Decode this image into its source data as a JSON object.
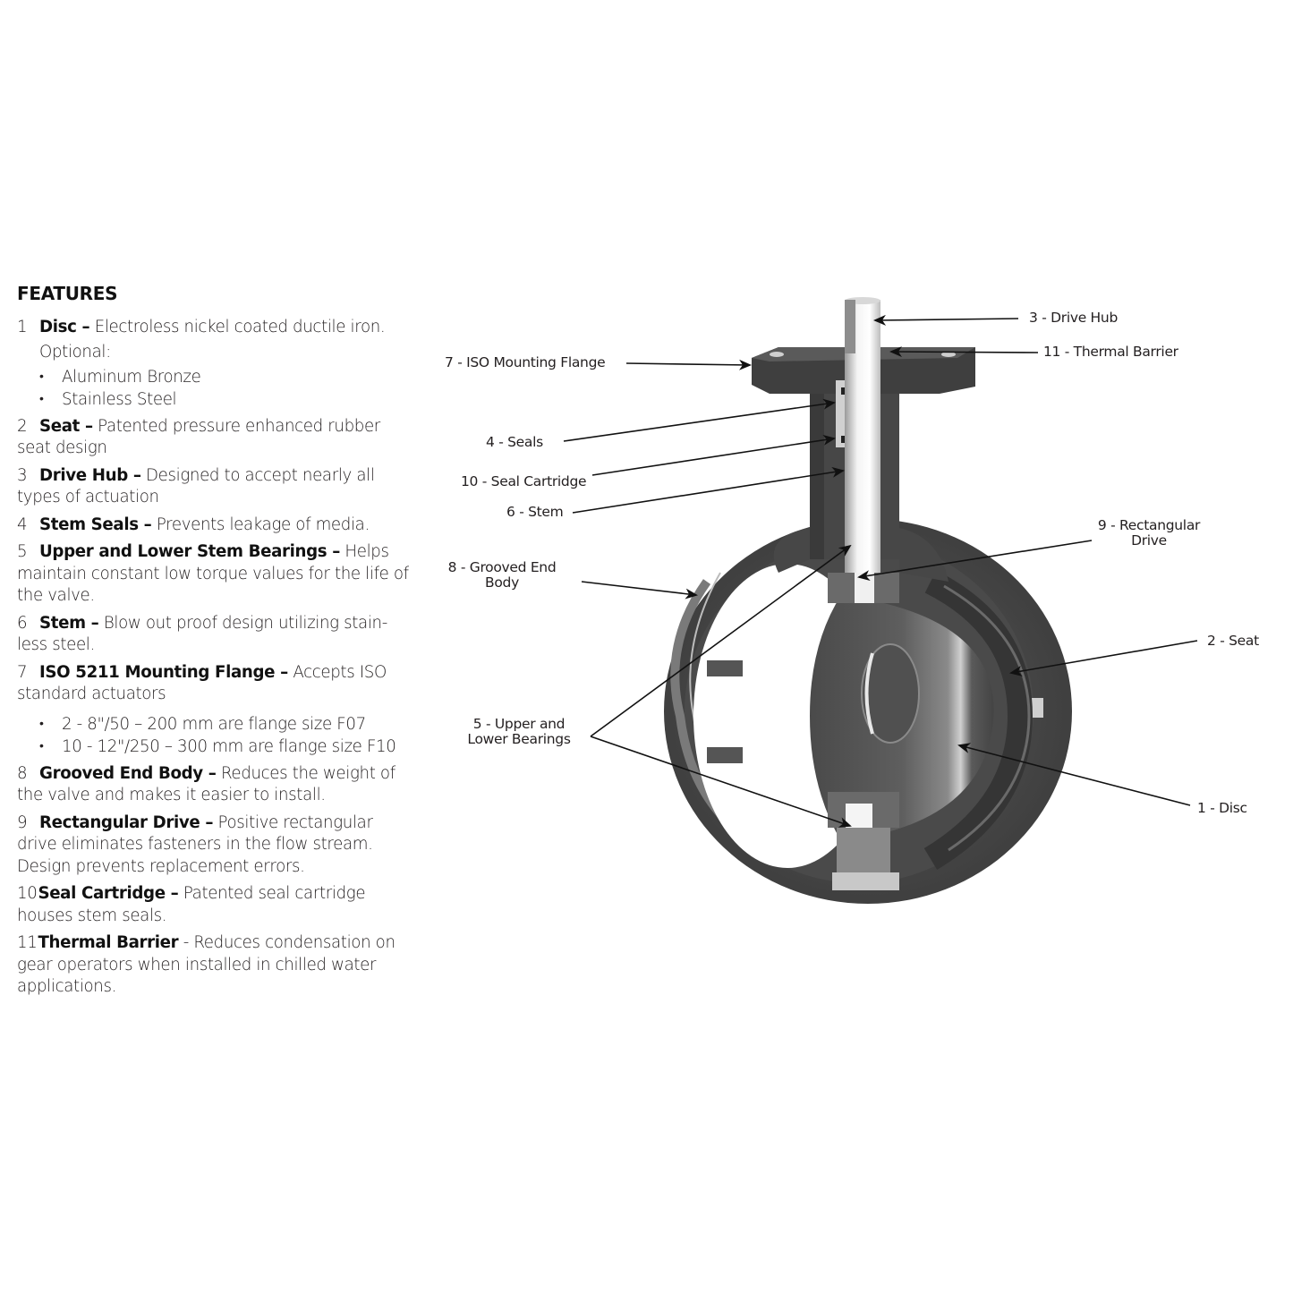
{
  "features": {
    "heading": "FEATURES",
    "items": [
      {
        "num": "1",
        "title": "Disc –",
        "text": " Electroless nickel coated ductile iron.",
        "optional_label": "Optional:",
        "bullets": [
          "Aluminum Bronze",
          "Stainless Steel"
        ]
      },
      {
        "num": "2",
        "title": "Seat –",
        "text": " Patented pressure enhanced rubber seat design"
      },
      {
        "num": "3",
        "title": "Drive Hub –",
        "text": " Designed to accept nearly all types of actuation"
      },
      {
        "num": "4",
        "title": "Stem Seals –",
        "text": " Prevents leakage of media."
      },
      {
        "num": "5",
        "title": "Upper and Lower Stem Bearings –",
        "text": " Helps maintain constant low torque values for the life of the valve."
      },
      {
        "num": "6",
        "title": "Stem –",
        "text": " Blow out proof design utilizing stain-less steel."
      },
      {
        "num": "7",
        "title": "ISO 5211 Mounting Flange –",
        "text": " Accepts ISO standard actuators",
        "bullets": [
          "2 - 8\"/50 – 200 mm are flange size F07",
          "10 - 12\"/250 – 300 mm are flange size F10"
        ]
      },
      {
        "num": "8",
        "title": "Grooved End Body –",
        "text": " Reduces the weight of the valve and makes it easier to install."
      },
      {
        "num": "9",
        "title": "Rectangular Drive –",
        "text": " Positive rectangular drive eliminates fasteners in the flow stream. Design prevents replacement errors."
      },
      {
        "num": "10",
        "title": "Seal Cartridge –",
        "text": " Patented seal cartridge houses stem seals."
      },
      {
        "num": "11",
        "title": "Thermal Barrier",
        "text": " - Reduces condensation on gear operators when installed in chilled water applications."
      }
    ]
  },
  "diagram": {
    "labels": {
      "drive_hub": "3 - Drive Hub",
      "thermal_barrier": "11 - Thermal Barrier",
      "iso_flange": "7 - ISO Mounting Flange",
      "seals": "4 -  Seals",
      "seal_cartridge": "10 - Seal Cartridge",
      "stem": "6 - Stem",
      "rect_drive_1": "9 - Rectangular",
      "rect_drive_2": "Drive",
      "grooved_body_1": "8 - Grooved End",
      "grooved_body_2": "Body",
      "seat": "2 - Seat",
      "bearings_1": "5 - Upper and",
      "bearings_2": "Lower Bearings",
      "disc": "1 - Disc"
    },
    "colors": {
      "body_dark": "#3d3d3d",
      "body_mid": "#555555",
      "body_light": "#6e6e6e",
      "stem": "#e6e6e6",
      "arrow": "#111111"
    }
  }
}
